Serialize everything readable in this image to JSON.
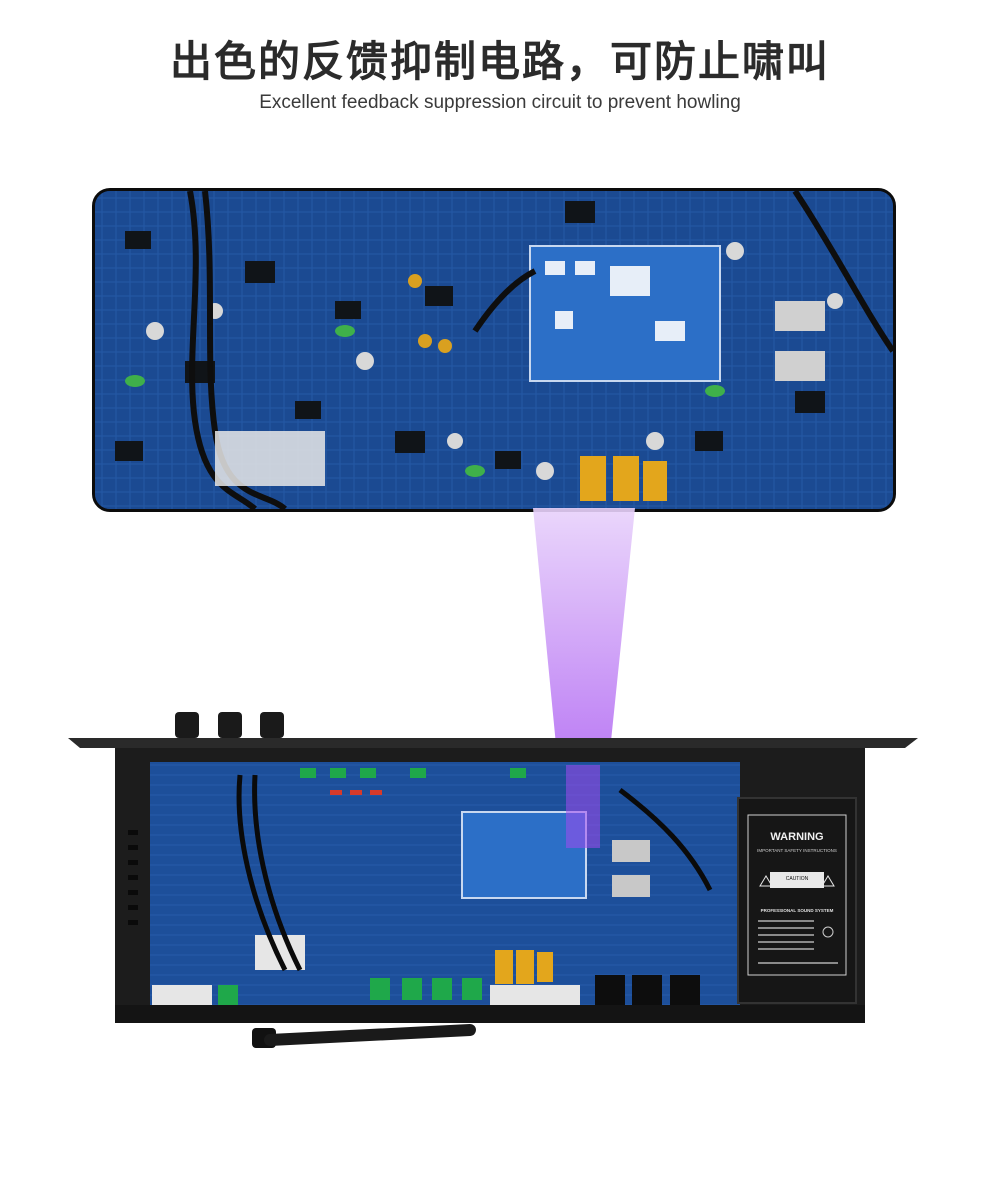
{
  "heading": {
    "title_cn": "出色的反馈抑制电路，可防止啸叫",
    "subtitle_en": "Excellent feedback suppression circuit to prevent howling"
  },
  "warning_label": {
    "title": "WARNING",
    "subtitle": "IMPORTANT SAFETY INSTRUCTIONS",
    "caution": "CAUTION",
    "brand": "PROFESSIONAL SOUND SYSTEM"
  },
  "colors": {
    "pcb_blue": "#1d4f9a",
    "beam_purple": "#a24bf0",
    "chassis": "#1a1a1a"
  }
}
